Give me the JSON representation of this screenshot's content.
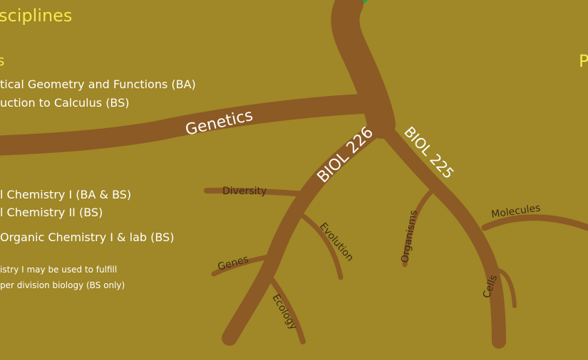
{
  "colors": {
    "background": "#a08727",
    "branch": "#8b5a25",
    "heading": "#f3ea4e",
    "text": "#ffffff",
    "dark_label": "#3c2a16",
    "top_node": "#23a247"
  },
  "left_panel": {
    "heading": "sciplines",
    "sub_heading": "s",
    "math_courses": [
      "tical Geometry and Functions (BA)",
      "uction to Calculus (BS)"
    ],
    "chem_courses": [
      "l Chemistry I (BA & BS)",
      "l Chemistry II (BS)",
      "Organic Chemistry I & lab (BS)"
    ],
    "note_lines": [
      "istry I may be used to fulfill",
      "per division biology (BS only)"
    ]
  },
  "right_panel": {
    "fragment": "P"
  },
  "tree": {
    "branches": {
      "genetics": "Genetics",
      "biol226": "BIOL 226",
      "biol225": "BIOL 225"
    },
    "twigs": {
      "diversity": "Diversity",
      "genes": "Genes",
      "ecology": "Ecology",
      "evolution": "Evolution",
      "organisms": "Organisms",
      "cells": "Cells",
      "molecules": "Molecules"
    }
  }
}
